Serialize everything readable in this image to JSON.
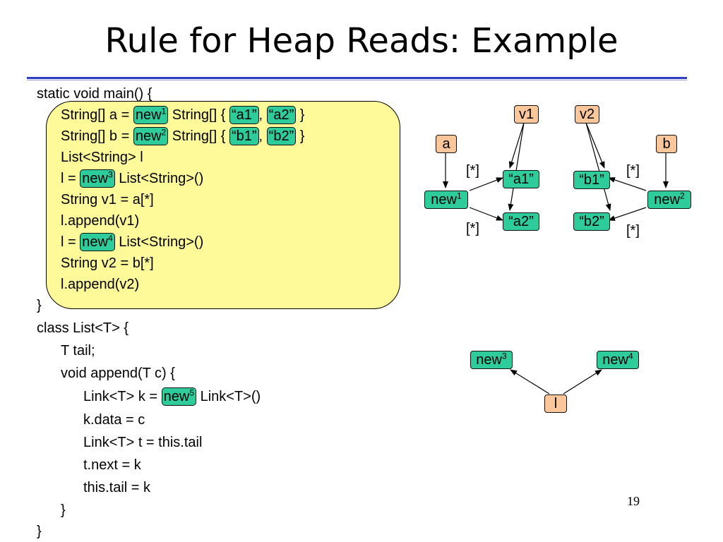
{
  "title": "Rule for Heap Reads: Example",
  "page_number": "19",
  "code": {
    "main_open": "static void main() {",
    "a_decl": {
      "pre": "String[] a = ",
      "tok": "new",
      "sup": "1",
      "mid": " String[] { ",
      "s1": "“a1”",
      "sep": ", ",
      "s2": "“a2”",
      "post": " }"
    },
    "b_decl": {
      "pre": "String[] b = ",
      "tok": "new",
      "sup": "2",
      "mid": " String[] { ",
      "s1": "“b1”",
      "sep": ", ",
      "s2": "“b2”",
      "post": " }"
    },
    "l_decl": "List<String> l",
    "l_new3": {
      "pre": "l = ",
      "tok": "new",
      "sup": "3",
      "post": " List<String>()"
    },
    "v1_read": "String v1 = a[*]",
    "append1": "l.append(v1)",
    "l_new4": {
      "pre": "l = ",
      "tok": "new",
      "sup": "4",
      "post": " List<String>()"
    },
    "v2_read": "String v2 = b[*]",
    "append2": "l.append(v2)",
    "main_close": "}",
    "class_open": "class List<T> {",
    "tail_field": "T tail;",
    "append_open": "void append(T c) {",
    "link_new": {
      "pre": "Link<T> k = ",
      "tok": "new",
      "sup": "5",
      "post": " Link<T>()"
    },
    "k_data": "k.data = c",
    "t_decl": "Link<T> t = this.tail",
    "t_next": "t.next = k",
    "tail_assign": "this.tail = k",
    "append_close": "}",
    "class_close": "}"
  },
  "graph": {
    "var_a": "a",
    "var_b": "b",
    "var_v1": "v1",
    "var_v2": "v2",
    "var_l": "l",
    "new1": {
      "base": "new",
      "sup": "1"
    },
    "new2": {
      "base": "new",
      "sup": "2"
    },
    "new3": {
      "base": "new",
      "sup": "3"
    },
    "new4": {
      "base": "new",
      "sup": "4"
    },
    "obj_a1": "“a1”",
    "obj_a2": "“a2”",
    "obj_b1": "“b1”",
    "obj_b2": "“b2”",
    "field_label": "[*]"
  },
  "colors": {
    "variable_fill": "#fbc69a",
    "object_fill": "#2ecc9a",
    "highlight_fill": "#fffa99",
    "title_rule": "#2f3fbf"
  }
}
